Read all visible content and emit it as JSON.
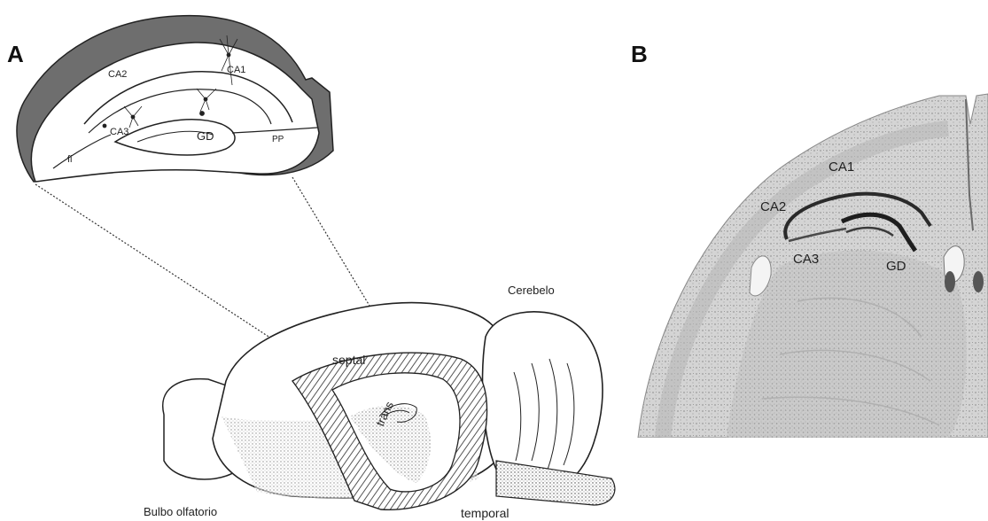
{
  "panel_a": {
    "letter": "A",
    "inset_labels": {
      "ca2": "CA2",
      "ca1": "CA1",
      "ca3": "CA3",
      "gd": "GD",
      "pp": "PP",
      "fi": "fi"
    },
    "brain_labels": {
      "cerebelo": "Cerebelo",
      "septal": "septal",
      "trans": "trans",
      "bulbo": "Bulbo olfatorio",
      "temporal": "temporal"
    }
  },
  "panel_b": {
    "letter": "B",
    "labels": {
      "ca1": "CA1",
      "ca2": "CA2",
      "ca3": "CA3",
      "gd": "GD"
    }
  },
  "colors": {
    "ink": "#222222",
    "cortex_shade": "#6e6e6e",
    "tissue": "#cfcfcf",
    "hatch": "#555555"
  }
}
